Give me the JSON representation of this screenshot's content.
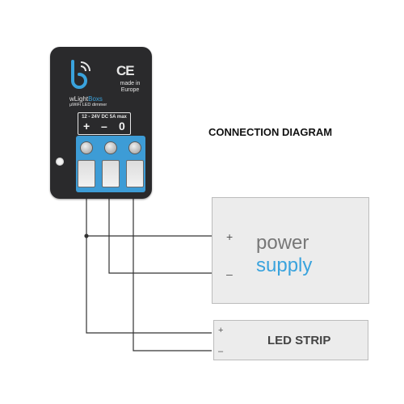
{
  "diagram": {
    "title": "CONNECTION DIAGRAM"
  },
  "device": {
    "ce_mark": "CE",
    "made_in": "made in Europe",
    "brand_part1": "wLight",
    "brand_part2": "Boxs",
    "model": "µWiFi LED dimmer",
    "spec": "12 - 24V DC 5A max",
    "symbols": [
      "+",
      "–",
      "0"
    ],
    "logo_icon": "blebox-logo-icon"
  },
  "power_supply": {
    "plus": "+",
    "minus": "–",
    "line1": "power",
    "line2": "supply"
  },
  "led_strip": {
    "plus": "+",
    "minus": "–",
    "label": "LED STRIP"
  },
  "colors": {
    "device_body": "#2a2a2c",
    "terminal_blue": "#3d9cd6",
    "accent_blue": "#3aa3dd",
    "wire": "#333333",
    "box_fill": "#ececec",
    "box_border": "#bcbcbc"
  }
}
